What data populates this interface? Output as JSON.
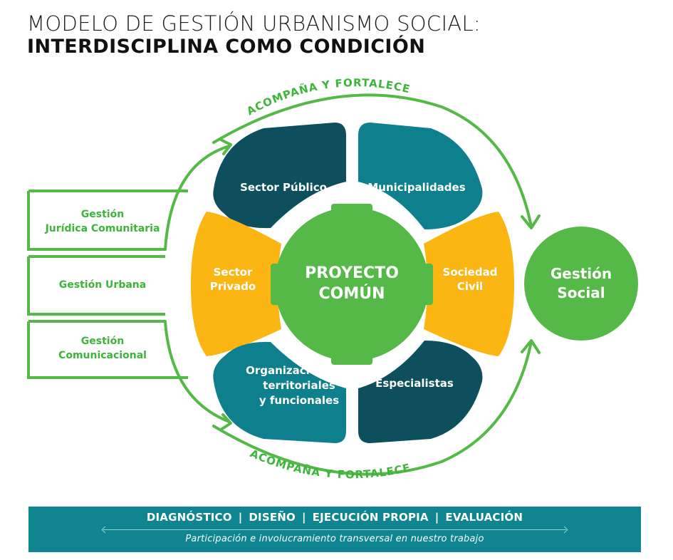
{
  "title": {
    "line1": "MODELO DE GESTIÓN URBANISMO SOCIAL:",
    "line2": "INTERDISCIPLINA COMO CONDICIÓN"
  },
  "arc_labels": {
    "top": "ACOMPAÑA Y FORTALECE",
    "bottom": "ACOMPAÑA Y FORTALECE"
  },
  "left_boxes": [
    {
      "line1": "Gestión",
      "line2": "Jurídica Comunitaria"
    },
    {
      "line1": "Gestión Urbana",
      "line2": ""
    },
    {
      "line1": "Gestión",
      "line2": "Comunicacional"
    }
  ],
  "segments": {
    "sector_publico": {
      "lines": [
        "Sector Público"
      ]
    },
    "municipalidades": {
      "lines": [
        "Municipalidades"
      ]
    },
    "sector_privado": {
      "lines": [
        "Sector",
        "Privado"
      ]
    },
    "sociedad_civil": {
      "lines": [
        "Sociedad",
        "Civil"
      ]
    },
    "organizaciones": {
      "lines": [
        "Organizaciones",
        "territoriales",
        "y funcionales"
      ]
    },
    "especialistas": {
      "lines": [
        "Especialistas"
      ]
    }
  },
  "center": {
    "line1": "PROYECTO",
    "line2": "COMÚN"
  },
  "outcome": {
    "line1": "Gestión",
    "line2": "Social"
  },
  "footer": {
    "steps": [
      "DIAGNÓSTICO",
      "DISEÑO",
      "EJECUCIÓN PROPIA",
      "EVALUACIÓN"
    ],
    "separator": "|",
    "subtitle": "Participación e involucramiento transversal en nuestro trabajo"
  },
  "colors": {
    "dark_teal": "#0d4f5c",
    "teal": "#0e7f8c",
    "yellow": "#fbb614",
    "green": "#55b947",
    "green_outline": "#3db43a",
    "footer_bg": "#0e8590"
  }
}
